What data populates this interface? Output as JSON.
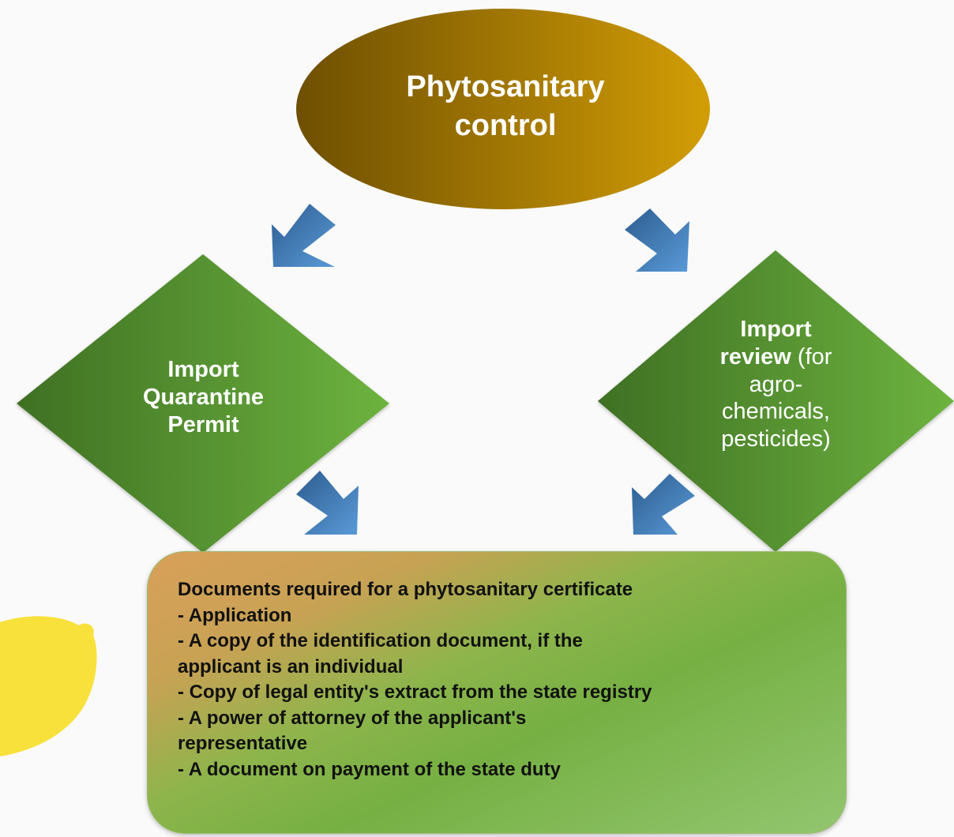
{
  "top_node": {
    "line1": "Phytosanitary",
    "line2": "control"
  },
  "left_node": {
    "lines": [
      "Import",
      "Quarantine",
      "Permit"
    ]
  },
  "right_node": {
    "line1": "Import",
    "line2_bold": "review",
    "line2_rest": " (for",
    "line3": "agro-",
    "line4": "chemicals,",
    "line5": "pesticides)"
  },
  "documents": {
    "lines": [
      "Documents required for a phytosanitary certificate",
      "- Application",
      "- A copy of the identification document, if the",
      "applicant is an individual",
      "- Copy of legal entity's extract from the state registry",
      "- A power of attorney of the applicant's",
      "representative",
      "- A document on payment of the state duty"
    ]
  },
  "colors": {
    "oval_dark": "#6e4f02",
    "oval_light": "#d29d05",
    "diamond_dark": "#3f7023",
    "diamond_light": "#6db33f",
    "arrow_dark": "#2d5d8f",
    "arrow_light": "#5a9ad8",
    "lemon": "#f8e13a"
  }
}
